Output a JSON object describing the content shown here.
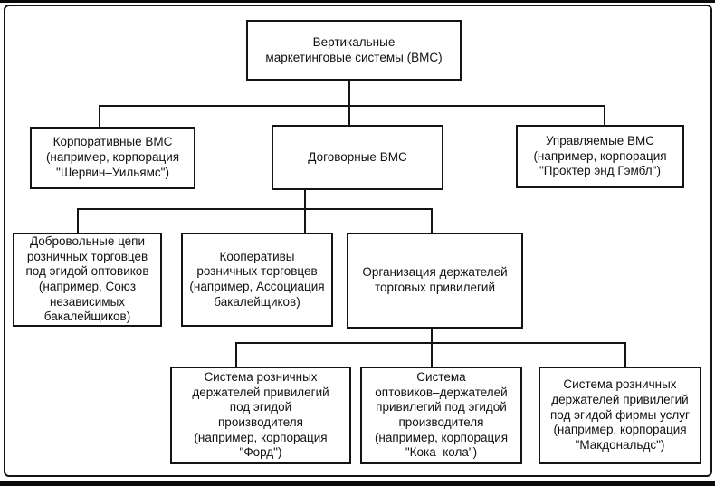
{
  "page": {
    "background": "#ffffff",
    "line_color": "#141414",
    "box_background": "#ffffff",
    "text_color": "#111111"
  },
  "diagram": {
    "type": "org-chart",
    "title": "Вертикальные маркетинговые системы (ВМС)",
    "nodes": {
      "root": {
        "label": "Вертикальные\nмаркетинговые системы (ВМС)"
      },
      "corporate": {
        "label": "Корпоративные ВМС\n(например, корпорация\n\"Шервин–Уильямс\")"
      },
      "contractual": {
        "label": "Договорные ВМС"
      },
      "managed": {
        "label": "Управляемые ВМС\n(например, корпорация\n\"Проктер энд Гэмбл\")"
      },
      "voluntary_chains": {
        "label": "Добровольные цепи\nрозничных торговцев\nпод эгидой оптовиков\n(например, Союз\nнезависимых\nбакалейщиков)"
      },
      "retailer_coops": {
        "label": "Кооперативы\nрозничных торговцев\n(например, Ассоциация\nбакалейщиков)"
      },
      "franchise_org": {
        "label": "Организация держателей\nторговых привилегий"
      },
      "retail_under_manufacturer": {
        "label": "Система розничных\nдержателей привилегий\nпод эгидой\nпроизводителя\n(например, корпорация\n\"Форд\")"
      },
      "wholesaler_under_manufacturer": {
        "label": "Система\nоптовиков–держателей\nпривилегий под эгидой\nпроизводителя\n(например, корпорация\n\"Кока–кола\")"
      },
      "retail_under_service_firm": {
        "label": "Система розничных\nдержателей привилегий\nпод эгидой фирмы услуг\n(например, корпорация\n\"Макдональдс\")"
      }
    },
    "edges": [
      {
        "from": "root",
        "to": "corporate"
      },
      {
        "from": "root",
        "to": "contractual"
      },
      {
        "from": "root",
        "to": "managed"
      },
      {
        "from": "contractual",
        "to": "voluntary_chains"
      },
      {
        "from": "contractual",
        "to": "retailer_coops"
      },
      {
        "from": "contractual",
        "to": "franchise_org"
      },
      {
        "from": "franchise_org",
        "to": "retail_under_manufacturer"
      },
      {
        "from": "franchise_org",
        "to": "wholesaler_under_manufacturer"
      },
      {
        "from": "franchise_org",
        "to": "retail_under_service_firm"
      }
    ]
  }
}
